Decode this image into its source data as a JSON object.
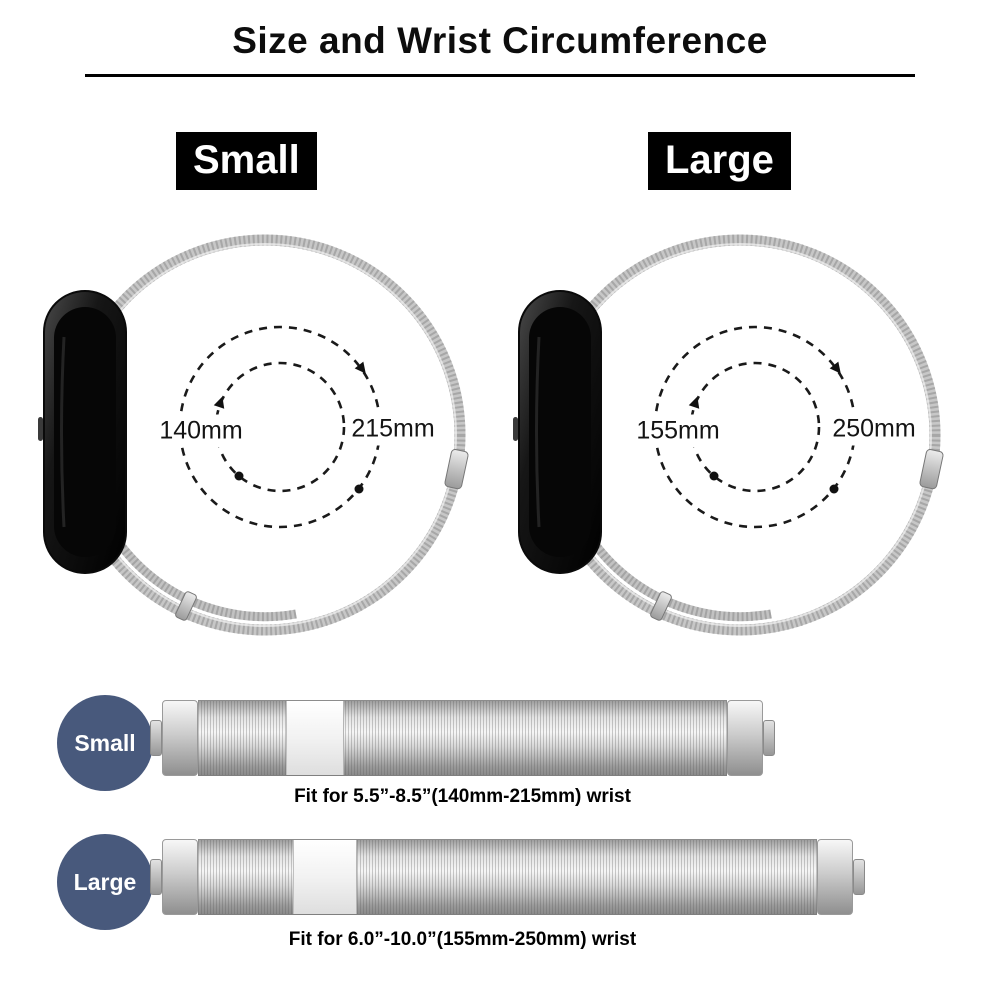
{
  "title": "Size and Wrist Circumference",
  "panels": [
    {
      "size_label": "Small",
      "min_circumference": "140mm",
      "max_circumference": "215mm"
    },
    {
      "size_label": "Large",
      "min_circumference": "155mm",
      "max_circumference": "250mm"
    }
  ],
  "straps": [
    {
      "size_label": "Small",
      "fit_text": "Fit for 5.5”-8.5”(140mm-215mm) wrist"
    },
    {
      "size_label": "Large",
      "fit_text": "Fit for 6.0”-10.0”(155mm-250mm) wrist"
    }
  ],
  "colors": {
    "size_badge_bg": "#000000",
    "size_badge_text": "#ffffff",
    "strap_badge_bg": "#48597c",
    "strap_badge_text": "#ffffff",
    "band_silver": "#c7c7c7",
    "watch_body": "#0a0a0a",
    "text": "#0d0d0d"
  }
}
